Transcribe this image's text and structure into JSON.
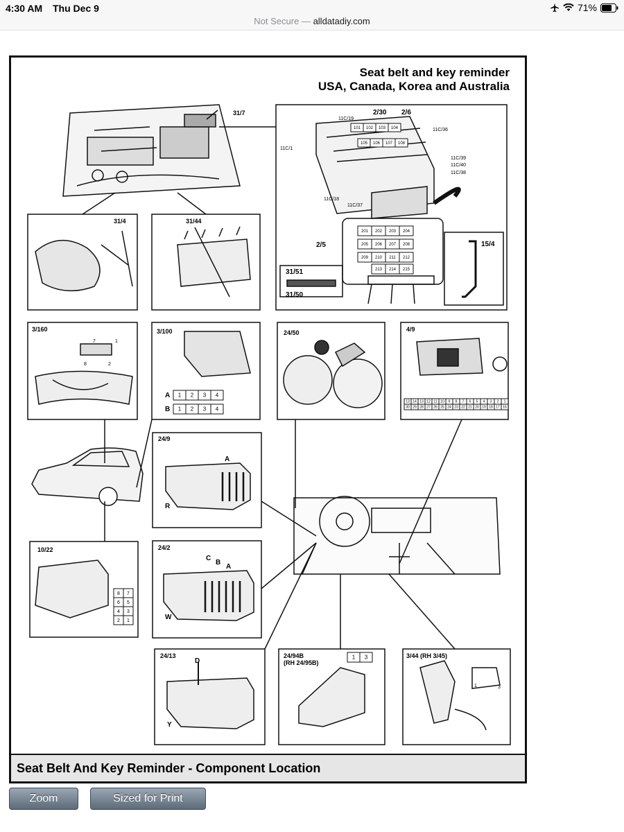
{
  "status_bar": {
    "time": "4:30 AM",
    "date": "Thu Dec 9",
    "battery": "71%",
    "security": "Not Secure —",
    "domain": "alldatadiy.com"
  },
  "figure": {
    "title_line1": "Seat belt and key reminder",
    "title_line2": "USA, Canada, Korea and Australia",
    "caption": "Seat Belt And Key Reminder - Component Location",
    "labels": {
      "c31_7": "31/7",
      "c11c19": "11C/19",
      "c2_30": "2/30",
      "c2_6": "2/6",
      "c11c36": "11C/36",
      "c11c1": "11C/1",
      "c11c39": "11C/39",
      "c11c40": "11C/40",
      "c11c38": "11C/38",
      "c11c18": "11C/18",
      "c11c37": "11C/37",
      "c31_4": "31/4",
      "c31_44": "31/44",
      "c2_5": "2/5",
      "c15_4": "15/4",
      "c31_51": "31/51",
      "c31_50": "31/50",
      "c3_160": "3/160",
      "c3_100": "3/100",
      "c24_50": "24/50",
      "c4_9": "4/9",
      "c24_9": "24/9",
      "c10_22": "10/22",
      "c24_2": "24/2",
      "c24_13": "24/13",
      "c24_94b": "24/94B",
      "c24_95b": "(RH 24/95B)",
      "c3_44": "3/44 (RH 3/45)",
      "row_a": "A",
      "row_b": "B",
      "pin_a": "A",
      "pin_b": "B",
      "pin_c": "C",
      "pin_d": "D",
      "pin_r": "R",
      "pin_w": "W",
      "pin_y": "Y",
      "pin_7": "7",
      "pin_1": "1",
      "pin_8": "8",
      "pin_2": "2",
      "pin_3": "3",
      "pin_1b": "1"
    },
    "fuses_top": [
      "201",
      "202",
      "203",
      "204"
    ],
    "fuses_row2": [
      "205",
      "206",
      "207",
      "208"
    ],
    "fuses_row3": [
      "209",
      "210",
      "211",
      "212"
    ],
    "fuses_row4": [
      "213",
      "214",
      "215"
    ],
    "relays": [
      "101",
      "102",
      "103",
      "104",
      "105",
      "106",
      "107",
      "108"
    ],
    "connector_3_100": [
      "1",
      "2",
      "3",
      "4"
    ],
    "connector_10_22_left": [
      "8",
      "6",
      "4",
      "2"
    ],
    "connector_10_22_right": [
      "7",
      "5",
      "3",
      "1"
    ],
    "connector_24_94b": [
      "1",
      "3"
    ],
    "connector_4_9_top": [
      "13",
      "14",
      "13",
      "12",
      "11",
      "10",
      "9",
      "8",
      "7",
      "6",
      "5",
      "4",
      "3",
      "2",
      "1"
    ],
    "connector_4_9_bottom": [
      "30",
      "29",
      "28",
      "27",
      "26",
      "25",
      "24",
      "23",
      "22",
      "21",
      "20",
      "19",
      "18",
      "17",
      "16"
    ]
  },
  "buttons": {
    "zoom": "Zoom",
    "print": "Sized for Print"
  }
}
